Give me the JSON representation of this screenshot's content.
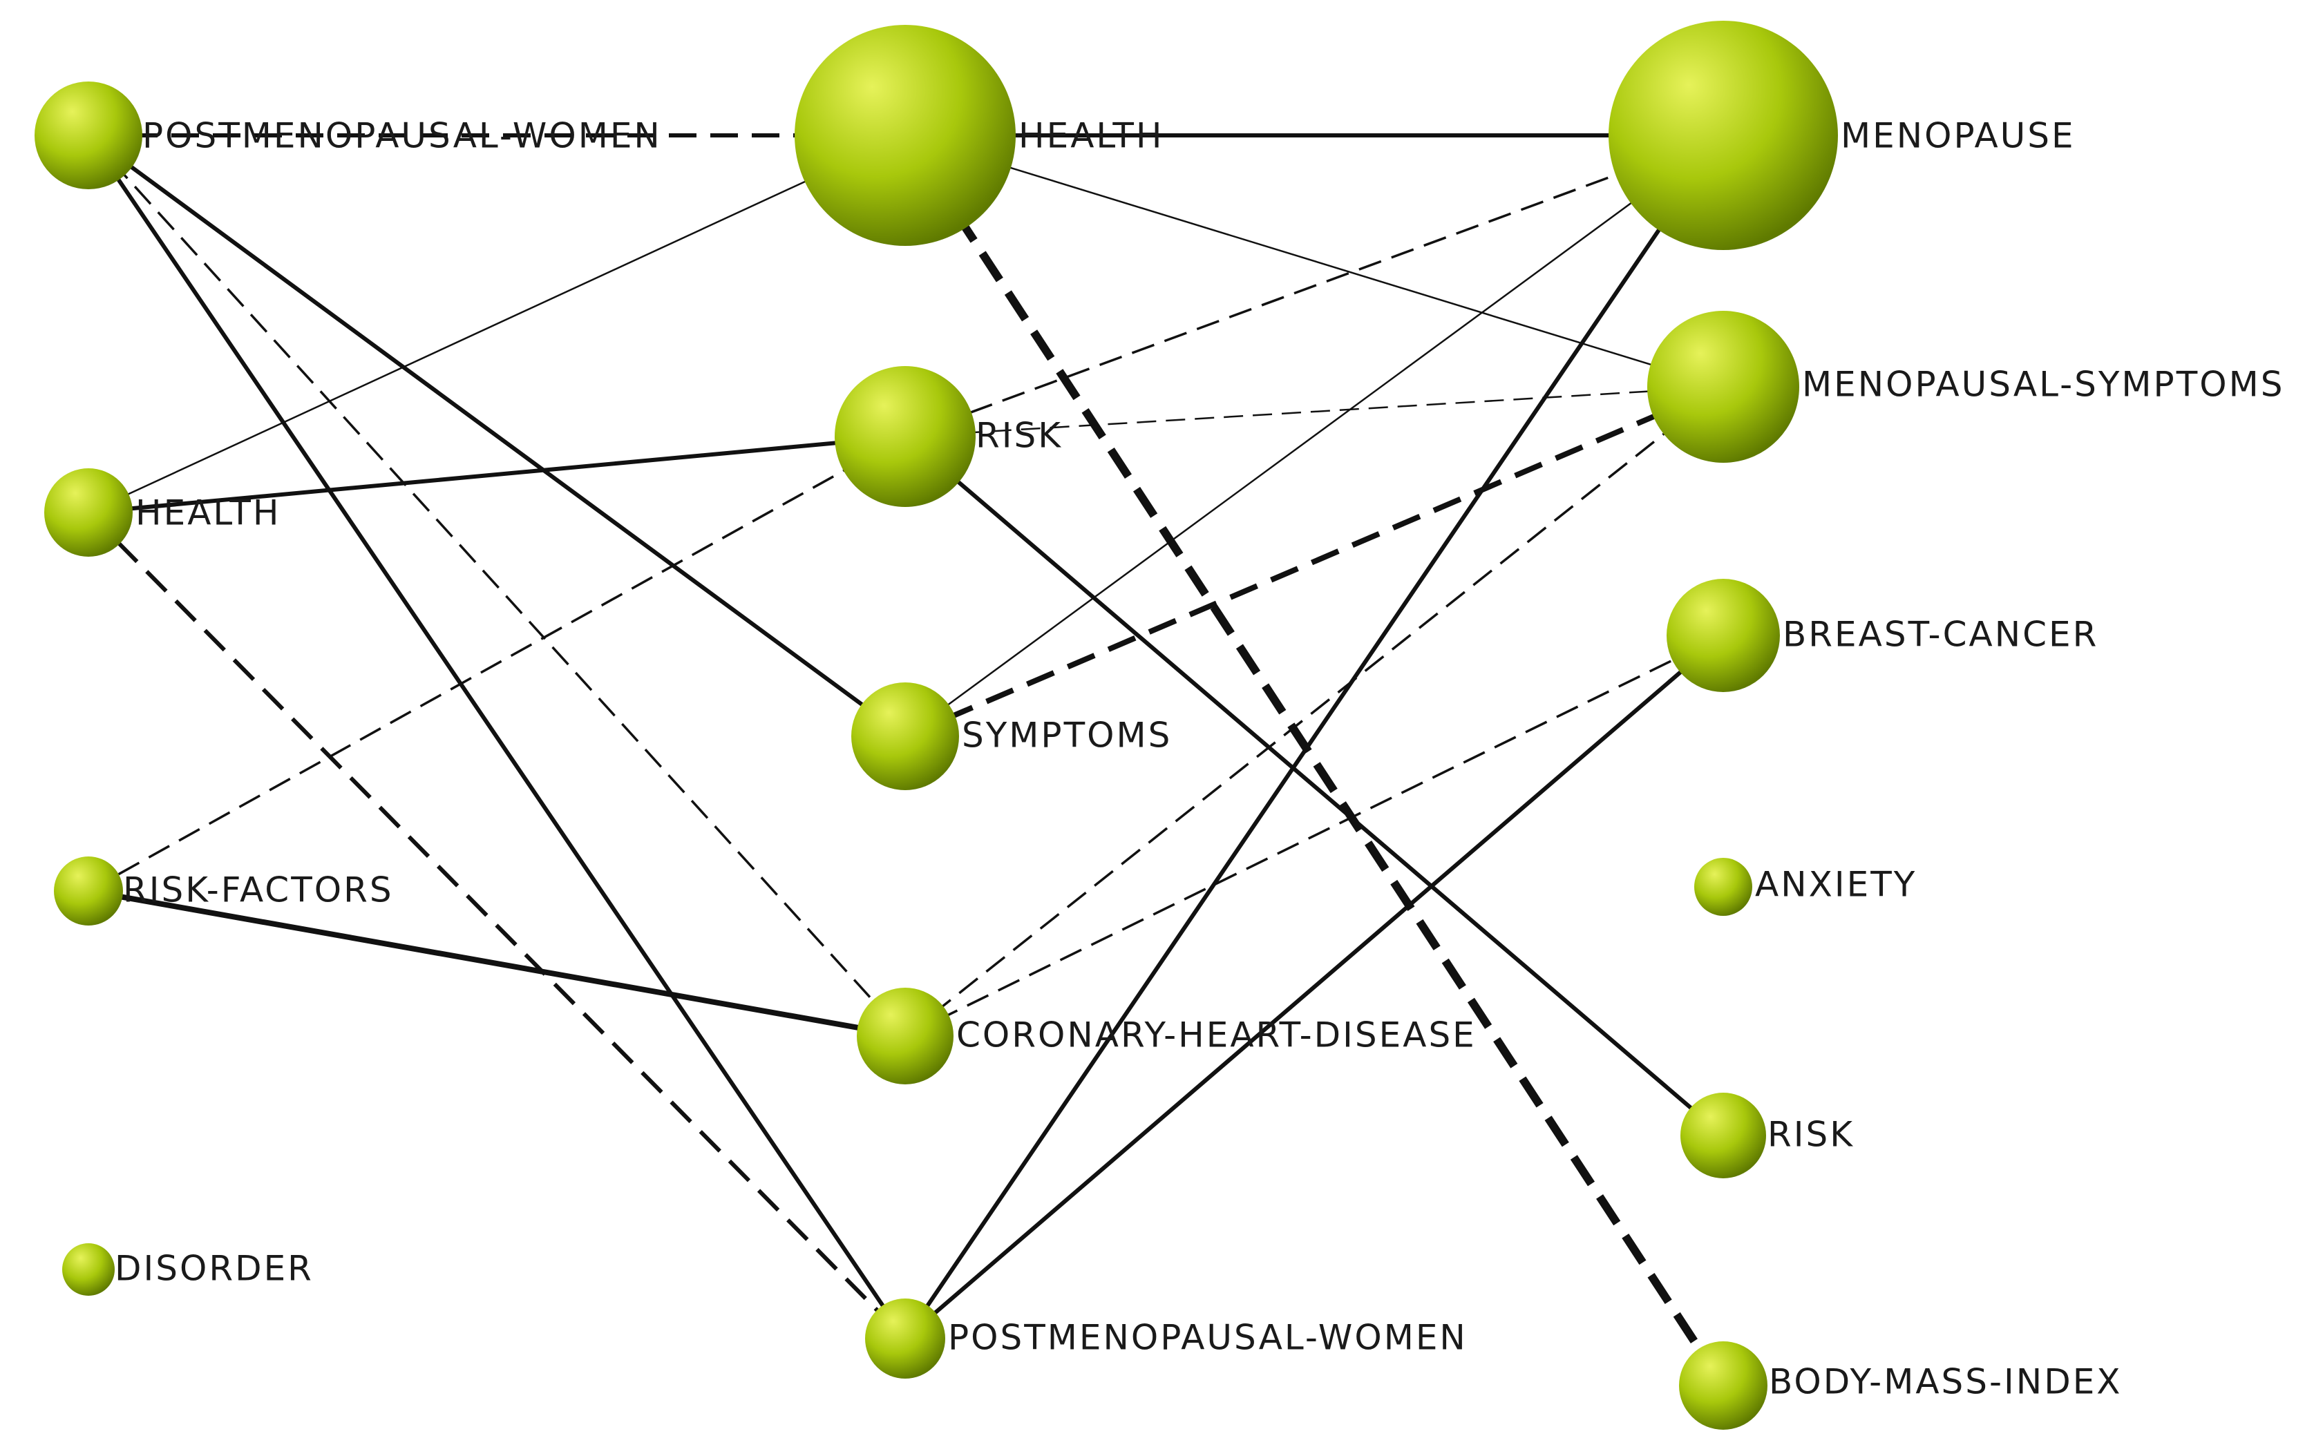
{
  "colors": {
    "node_light": "#e6f25a",
    "node_mid": "#a8c80c",
    "node_dark": "#5f7a00",
    "edge": "#111111",
    "edge_light": "#6a6a6a",
    "background": "#ffffff"
  },
  "columns": [
    {
      "id": "c1",
      "nodes": [
        {
          "id": "c1n1",
          "label": "POSTMENOPAUSAL-WOMEN"
        },
        {
          "id": "c1n2",
          "label": "HEALTH"
        },
        {
          "id": "c1n3",
          "label": "RISK-FACTORS"
        },
        {
          "id": "c1n4",
          "label": "DISORDER"
        }
      ]
    },
    {
      "id": "c2",
      "nodes": [
        {
          "id": "c2n1",
          "label": "HEALTH"
        },
        {
          "id": "c2n2",
          "label": "RISK"
        },
        {
          "id": "c2n3",
          "label": "SYMPTOMS"
        },
        {
          "id": "c2n4",
          "label": "CORONARY-HEART-DISEASE"
        },
        {
          "id": "c2n5",
          "label": "POSTMENOPAUSAL-WOMEN"
        }
      ]
    },
    {
      "id": "c3",
      "nodes": [
        {
          "id": "c3n1",
          "label": "MENOPAUSE"
        },
        {
          "id": "c3n2",
          "label": "MENOPAUSAL-SYMPTOMS"
        },
        {
          "id": "c3n3",
          "label": "BREAST-CANCER"
        },
        {
          "id": "c3n4",
          "label": "ANXIETY"
        },
        {
          "id": "c3n5",
          "label": "RISK"
        },
        {
          "id": "c3n6",
          "label": "BODY-MASS-INDEX"
        }
      ]
    }
  ],
  "edges": [
    {
      "from": "c1n1",
      "to": "c2n1",
      "style": "dashed",
      "weight": "medium"
    },
    {
      "from": "c1n1",
      "to": "c2n3",
      "style": "solid",
      "weight": "medium"
    },
    {
      "from": "c1n1",
      "to": "c2n4",
      "style": "dashed",
      "weight": "thin"
    },
    {
      "from": "c1n1",
      "to": "c2n5",
      "style": "solid",
      "weight": "medium"
    },
    {
      "from": "c1n2",
      "to": "c2n1",
      "style": "solid",
      "weight": "hairline"
    },
    {
      "from": "c1n2",
      "to": "c2n2",
      "style": "solid",
      "weight": "medium"
    },
    {
      "from": "c1n2",
      "to": "c2n5",
      "style": "dashed",
      "weight": "medium"
    },
    {
      "from": "c1n3",
      "to": "c2n2",
      "style": "dashed",
      "weight": "thin"
    },
    {
      "from": "c1n3",
      "to": "c2n4",
      "style": "solid",
      "weight": "heavy"
    },
    {
      "from": "c2n1",
      "to": "c3n1",
      "style": "solid",
      "weight": "medium"
    },
    {
      "from": "c2n1",
      "to": "c3n2",
      "style": "solid",
      "weight": "hairline"
    },
    {
      "from": "c2n1",
      "to": "c3n6",
      "style": "dashed",
      "weight": "extra"
    },
    {
      "from": "c2n2",
      "to": "c3n1",
      "style": "dashed",
      "weight": "thin"
    },
    {
      "from": "c2n2",
      "to": "c3n2",
      "style": "dashed",
      "weight": "hairline"
    },
    {
      "from": "c2n2",
      "to": "c3n5",
      "style": "solid",
      "weight": "medium"
    },
    {
      "from": "c2n3",
      "to": "c3n1",
      "style": "solid",
      "weight": "hairline"
    },
    {
      "from": "c2n3",
      "to": "c3n2",
      "style": "dashed",
      "weight": "heavy"
    },
    {
      "from": "c2n4",
      "to": "c3n2",
      "style": "dashed",
      "weight": "thin"
    },
    {
      "from": "c2n4",
      "to": "c3n3",
      "style": "dashed",
      "weight": "thin"
    },
    {
      "from": "c2n5",
      "to": "c3n1",
      "style": "solid",
      "weight": "medium"
    },
    {
      "from": "c2n5",
      "to": "c3n3",
      "style": "solid",
      "weight": "medium"
    }
  ]
}
